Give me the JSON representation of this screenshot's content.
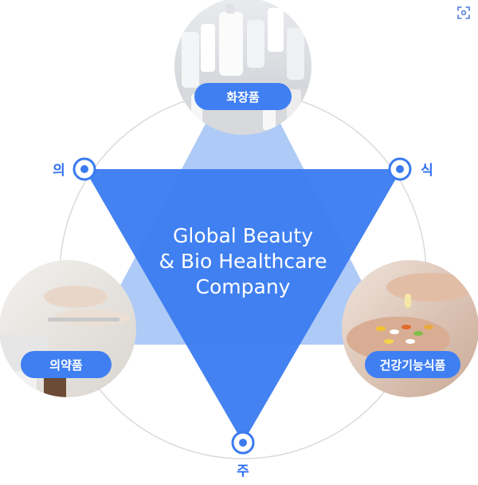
{
  "center_text": {
    "line1": "Global Beauty",
    "line2": "& Bio Healthcare",
    "line3": "Company"
  },
  "nodes": {
    "top_label": "화장품",
    "left_label": "의약품",
    "right_label": "건강기능식품"
  },
  "markers": {
    "left": "의",
    "right": "식",
    "bottom": "주"
  },
  "colors": {
    "primary": "#3a7bf0",
    "light": "#a9c6f7",
    "ring": "#d8d8d8",
    "pill": "#3f7ff2"
  },
  "icons": {
    "corner": "scan-icon"
  }
}
